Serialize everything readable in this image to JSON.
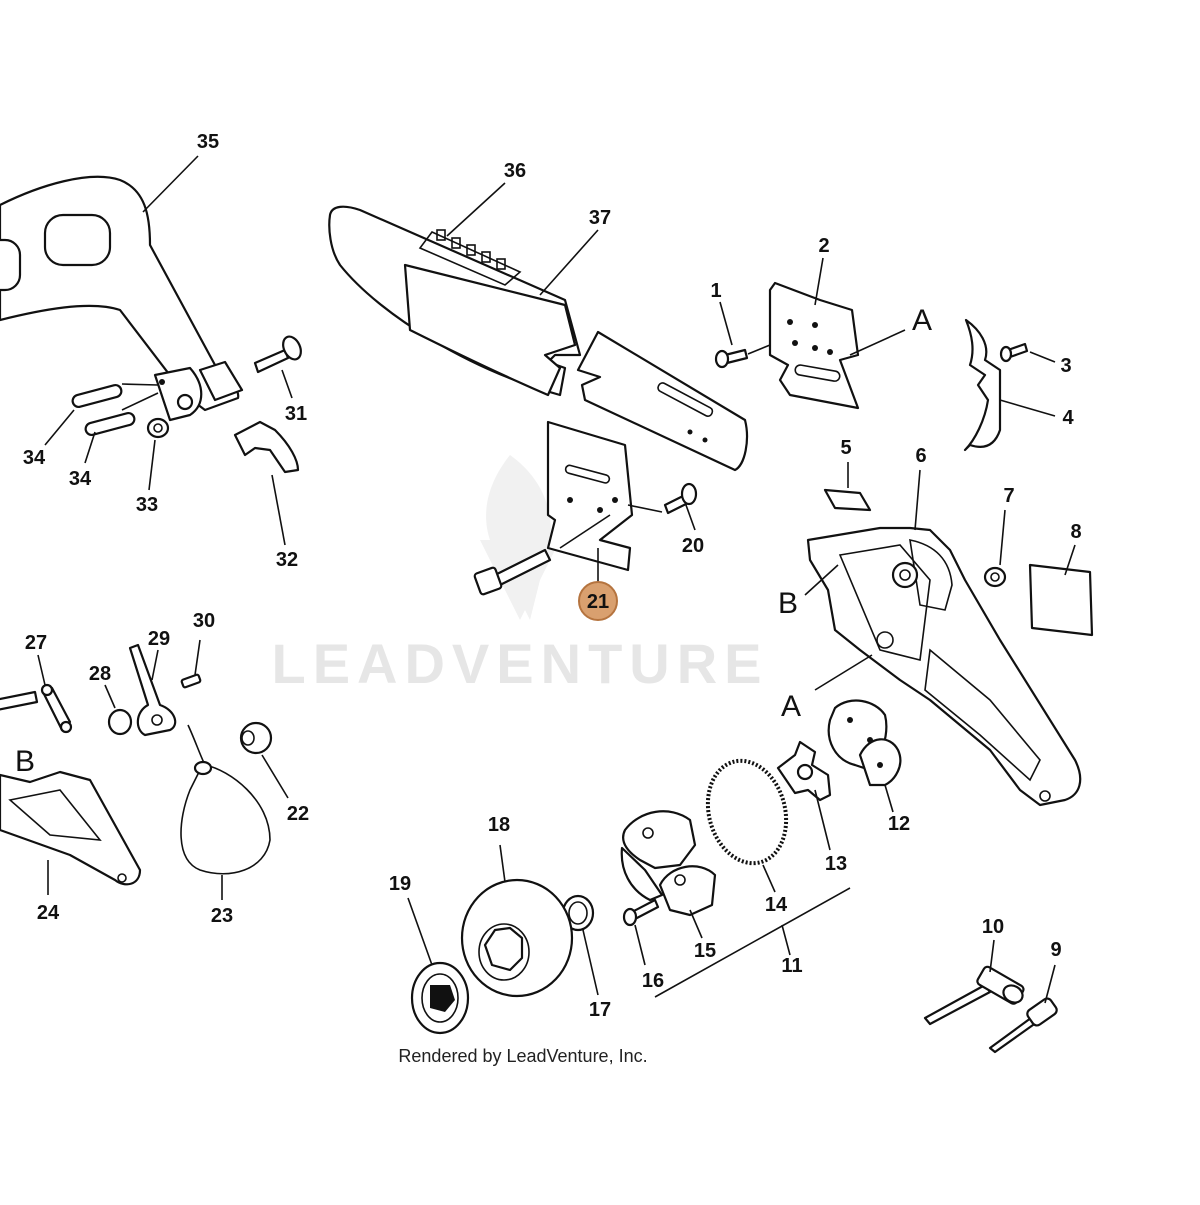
{
  "diagram": {
    "watermark_text": "LEADVENTURE",
    "credit_text": "Rendered by LeadVenture, Inc.",
    "highlight_color": "#d9a06f",
    "highlight_border": "#b5743f",
    "line_color": "#111111",
    "reference_labels": {
      "A_upper": "A",
      "A_lower": "A",
      "B_right": "B",
      "B_left": "B"
    },
    "callouts": [
      {
        "id": "c1",
        "label": "1",
        "part_name": "screw"
      },
      {
        "id": "c2",
        "label": "2",
        "part_name": "guide plate"
      },
      {
        "id": "c3",
        "label": "3",
        "part_name": "screw"
      },
      {
        "id": "c4",
        "label": "4",
        "part_name": "chain catcher"
      },
      {
        "id": "c5",
        "label": "5",
        "part_name": "label"
      },
      {
        "id": "c6",
        "label": "6",
        "part_name": "clutch cover"
      },
      {
        "id": "c7",
        "label": "7",
        "part_name": "nut"
      },
      {
        "id": "c8",
        "label": "8",
        "part_name": "label"
      },
      {
        "id": "c9",
        "label": "9",
        "part_name": "screwdriver"
      },
      {
        "id": "c10",
        "label": "10",
        "part_name": "combination wrench"
      },
      {
        "id": "c11",
        "label": "11",
        "part_name": "clutch assembly"
      },
      {
        "id": "c12",
        "label": "12",
        "part_name": "clutch plate"
      },
      {
        "id": "c13",
        "label": "13",
        "part_name": "clutch hub"
      },
      {
        "id": "c14",
        "label": "14",
        "part_name": "clutch spring"
      },
      {
        "id": "c15",
        "label": "15",
        "part_name": "clutch shoe"
      },
      {
        "id": "c16",
        "label": "16",
        "part_name": "screw"
      },
      {
        "id": "c17",
        "label": "17",
        "part_name": "needle bearing"
      },
      {
        "id": "c18",
        "label": "18",
        "part_name": "clutch drum"
      },
      {
        "id": "c19",
        "label": "19",
        "part_name": "sprocket"
      },
      {
        "id": "c20",
        "label": "20",
        "part_name": "screw"
      },
      {
        "id": "c21",
        "label": "21",
        "part_name": "bar plate",
        "highlighted": true
      },
      {
        "id": "c22",
        "label": "22",
        "part_name": "bushing"
      },
      {
        "id": "c23",
        "label": "23",
        "part_name": "brake band"
      },
      {
        "id": "c24",
        "label": "24",
        "part_name": "brake housing"
      },
      {
        "id": "c27",
        "label": "27",
        "part_name": "link"
      },
      {
        "id": "c28",
        "label": "28",
        "part_name": "bushing"
      },
      {
        "id": "c29",
        "label": "29",
        "part_name": "lever"
      },
      {
        "id": "c30",
        "label": "30",
        "part_name": "spring"
      },
      {
        "id": "c31",
        "label": "31",
        "part_name": "screw"
      },
      {
        "id": "c32",
        "label": "32",
        "part_name": "hand guard"
      },
      {
        "id": "c33",
        "label": "33",
        "part_name": "nut"
      },
      {
        "id": "c34a",
        "label": "34",
        "part_name": "pin"
      },
      {
        "id": "c34b",
        "label": "34",
        "part_name": "pin"
      },
      {
        "id": "c35",
        "label": "35",
        "part_name": "front handle"
      },
      {
        "id": "c36",
        "label": "36",
        "part_name": "saw chain"
      },
      {
        "id": "c37",
        "label": "37",
        "part_name": "guide bar"
      }
    ]
  }
}
